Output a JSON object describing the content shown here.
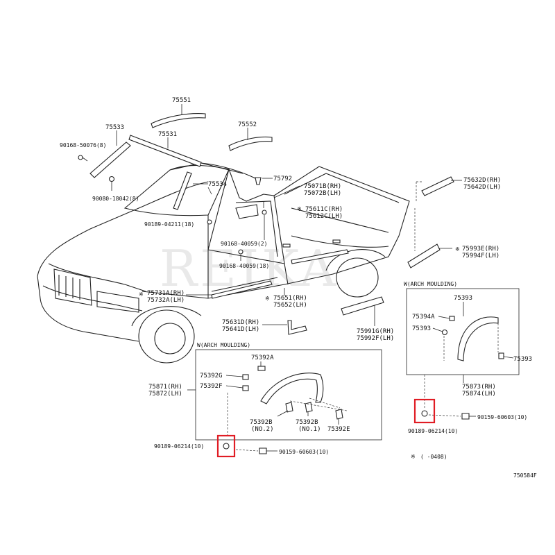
{
  "labels": {
    "p75551": "75551",
    "p75533": "75533",
    "p75531": "75531",
    "p75552": "75552",
    "p90168_50076": "90168-50076(8)",
    "p90080_18042": "90080-18042(8)",
    "p75534": "75534",
    "p75792": "75792",
    "p75071b": "75071B(RH)",
    "p75072b": "75072B(LH)",
    "p75611c": "75611C(RH)",
    "p75612c": "75612C(LH)",
    "p90189_04211": "90189-04211(18)",
    "p90168_40059a": "90168-40059(2)",
    "p90168_40059b": "90168-40059(18)",
    "p75632d": "75632D(RH)",
    "p75642d": "75642D(LH)",
    "p75993e": "75993E(RH)",
    "p75994f": "75994F(LH)",
    "p75731a": "75731A(RH)",
    "p75732a": "75732A(LH)",
    "p75651": "75651(RH)",
    "p75652": "75652(LH)",
    "p75631d": "75631D(RH)",
    "p75641d": "75641D(LH)",
    "p75991g": "75991G(RH)",
    "p75992f": "75992F(LH)",
    "r_title": "W(ARCH MOULDING)",
    "r_75393a": "75393",
    "r_75394a": "75394A",
    "r_75393b": "75393",
    "r_75393c": "75393",
    "r_75873": "75873(RH)",
    "r_75874": "75874(LH)",
    "r_90159": "90159-60603(10)",
    "r_90189": "90189-06214(10)",
    "l_title": "W(ARCH MOULDING)",
    "l_75392a": "75392A",
    "l_75392g": "75392G",
    "l_75392f": "75392F",
    "l_75871": "75871(RH)",
    "l_75872": "75872(LH)",
    "l_75392b2": "75392B",
    "l_no2": "(NO.2)",
    "l_75392b1": "75392B",
    "l_no1": "(NO.1)",
    "l_75392e": "75392E",
    "l_90189": "90189-06214(10)",
    "l_90159": "90159-60603(10)",
    "note_mark": "※",
    "note_text": "(      -0408)",
    "diagram_code": "750584F",
    "watermark": "REIKA"
  },
  "colors": {
    "line": "#222222",
    "highlight": "#e01c24",
    "background": "#ffffff"
  },
  "icons": [
    "clip-icon",
    "screw-icon",
    "bolt-icon"
  ]
}
